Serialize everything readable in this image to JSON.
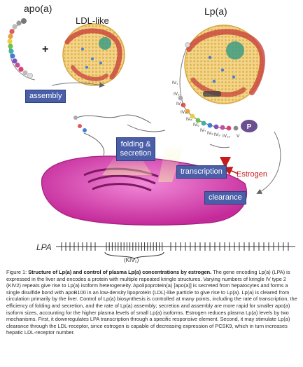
{
  "labels": {
    "apo": "apo(a)",
    "ldl": "LDL-like",
    "lpa": "Lp(a)",
    "plus": "+",
    "assembly": "assembly",
    "folding": "folding & secretion",
    "transcription": "transcription",
    "estrogen": "Estrogen",
    "clearance": "clearance",
    "gene": "LPA",
    "kiv": "(KIV₂)",
    "p": "P"
  },
  "kringles": [
    "IV₁",
    "IV₂",
    "IV₃",
    "IV₄",
    "IV₅",
    "IV₆",
    "IV₇",
    "IV₈",
    "IV₉",
    "IV₁₀",
    "V"
  ],
  "caption": {
    "label": "Figure 1:",
    "title": "Structure of Lp(a) and control of plasma Lp(a) concentrations by estrogen.",
    "body": "The gene encoding Lp(a) (LPA) is expressed in the liver and encodes a protein with multiple repeated kringle structures. Varying numbers of kringle IV type 2 (KIV2) repeats give rise to Lp(a) isoform heterogeneity. Apolipoprotein(a) [apo(a)] is secreted from hepatocytes and forms a single disulfide bond with apoB100 in an low-density lipoprotein (LDL)-like particle to give rise to Lp(a). Lp(a) is cleared from circulation primarily by the liver. Control of Lp(a) biosynthesis is controlled at many points, including the rate of transcription, the efficiency of folding and secretion, and the rate of Lp(a) assembly; secretion and assembly are more rapid for smaller apo(a) isoform sizes, accounting for the higher plasma levels of small Lp(a) isoforms. Estrogen reduces plasma Lp(a) levels by two mechanisms. First, it downregulates LPA transcription through a specific responsive element. Second, it may stimulate Lp(a) clearance through the LDL-receptor, since estrogen is capable of decreasing expression of PCSK9, which in turn increases hepatic LDL-receptor number."
  }
}
